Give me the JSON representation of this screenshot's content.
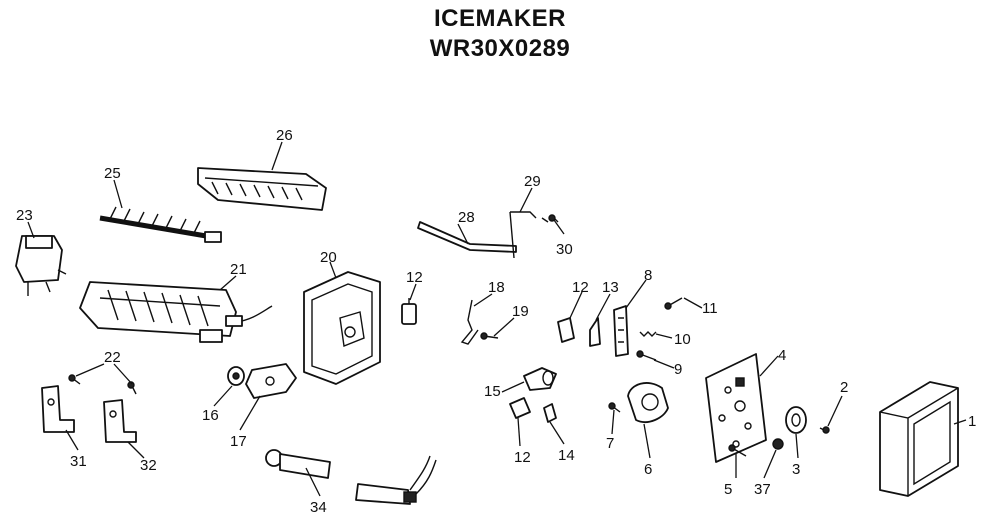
{
  "header": {
    "title": "ICEMAKER",
    "part_number": "WR30X0289"
  },
  "callouts": [
    "1",
    "2",
    "3",
    "4",
    "5",
    "6",
    "7",
    "8",
    "9",
    "10",
    "11",
    "12",
    "12",
    "12",
    "13",
    "14",
    "15",
    "16",
    "17",
    "18",
    "19",
    "20",
    "21",
    "22",
    "23",
    "25",
    "26",
    "28",
    "29",
    "30",
    "31",
    "32",
    "34",
    "37"
  ]
}
